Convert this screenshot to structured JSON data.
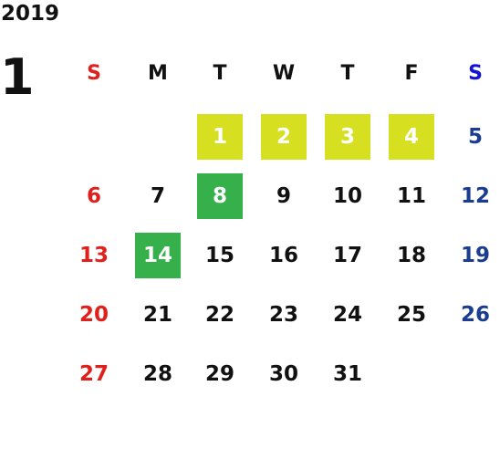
{
  "year": "2019",
  "month": "1",
  "weekday_headers": [
    "S",
    "M",
    "T",
    "W",
    "T",
    "F",
    "S"
  ],
  "weeks": [
    [
      "",
      "",
      "1",
      "2",
      "3",
      "4",
      "5"
    ],
    [
      "6",
      "7",
      "8",
      "9",
      "10",
      "11",
      "12"
    ],
    [
      "13",
      "14",
      "15",
      "16",
      "17",
      "18",
      "19"
    ],
    [
      "20",
      "21",
      "22",
      "23",
      "24",
      "25",
      "26"
    ],
    [
      "27",
      "28",
      "29",
      "30",
      "31",
      "",
      ""
    ]
  ],
  "highlights": {
    "yellow": [
      "1",
      "2",
      "3",
      "4"
    ],
    "green": [
      "8",
      "14"
    ]
  },
  "colors": {
    "sunday": "#e0201a",
    "saturday": "#1a3d8f",
    "saturday_header": "#1414d8",
    "highlight_yellow": "#d6e021",
    "highlight_green": "#36b04a"
  }
}
